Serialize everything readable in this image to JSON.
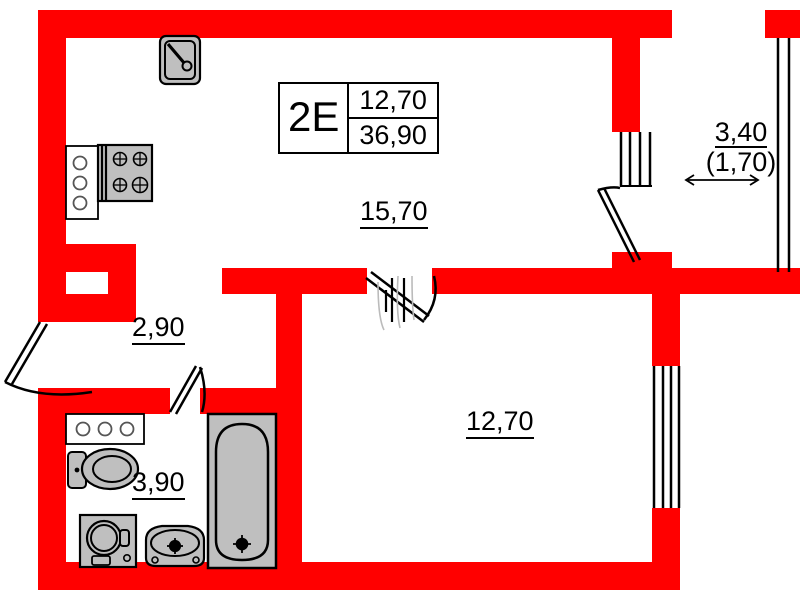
{
  "plan": {
    "type": "apartment-floor-plan",
    "wall_color": "#FF0000",
    "fixture_fill": "#BFBFBF",
    "line_color": "#000000",
    "background": "#FFFFFF",
    "title_box": {
      "apartment_type": "2E",
      "living_area": "12,70",
      "total_area": "36,90"
    },
    "rooms": [
      {
        "name": "kitchen-living-room",
        "area": "15,70"
      },
      {
        "name": "bedroom",
        "area": "12,70"
      },
      {
        "name": "hallway",
        "area": "2,90"
      },
      {
        "name": "bathroom",
        "area": "3,90"
      }
    ],
    "balcony": {
      "area": "3,40",
      "reduced_area": "(1,70)"
    },
    "fixtures": [
      {
        "name": "kitchen-sink"
      },
      {
        "name": "cooktop-stove"
      },
      {
        "name": "counter-unit"
      },
      {
        "name": "bathtub"
      },
      {
        "name": "toilet"
      },
      {
        "name": "washing-machine"
      },
      {
        "name": "bathroom-sink"
      },
      {
        "name": "bathroom-shelf"
      }
    ],
    "openings": [
      {
        "name": "entrance-door"
      },
      {
        "name": "bathroom-door"
      },
      {
        "name": "living-room-double-door"
      },
      {
        "name": "balcony-door"
      },
      {
        "name": "bedroom-window"
      },
      {
        "name": "balcony-window"
      }
    ]
  }
}
